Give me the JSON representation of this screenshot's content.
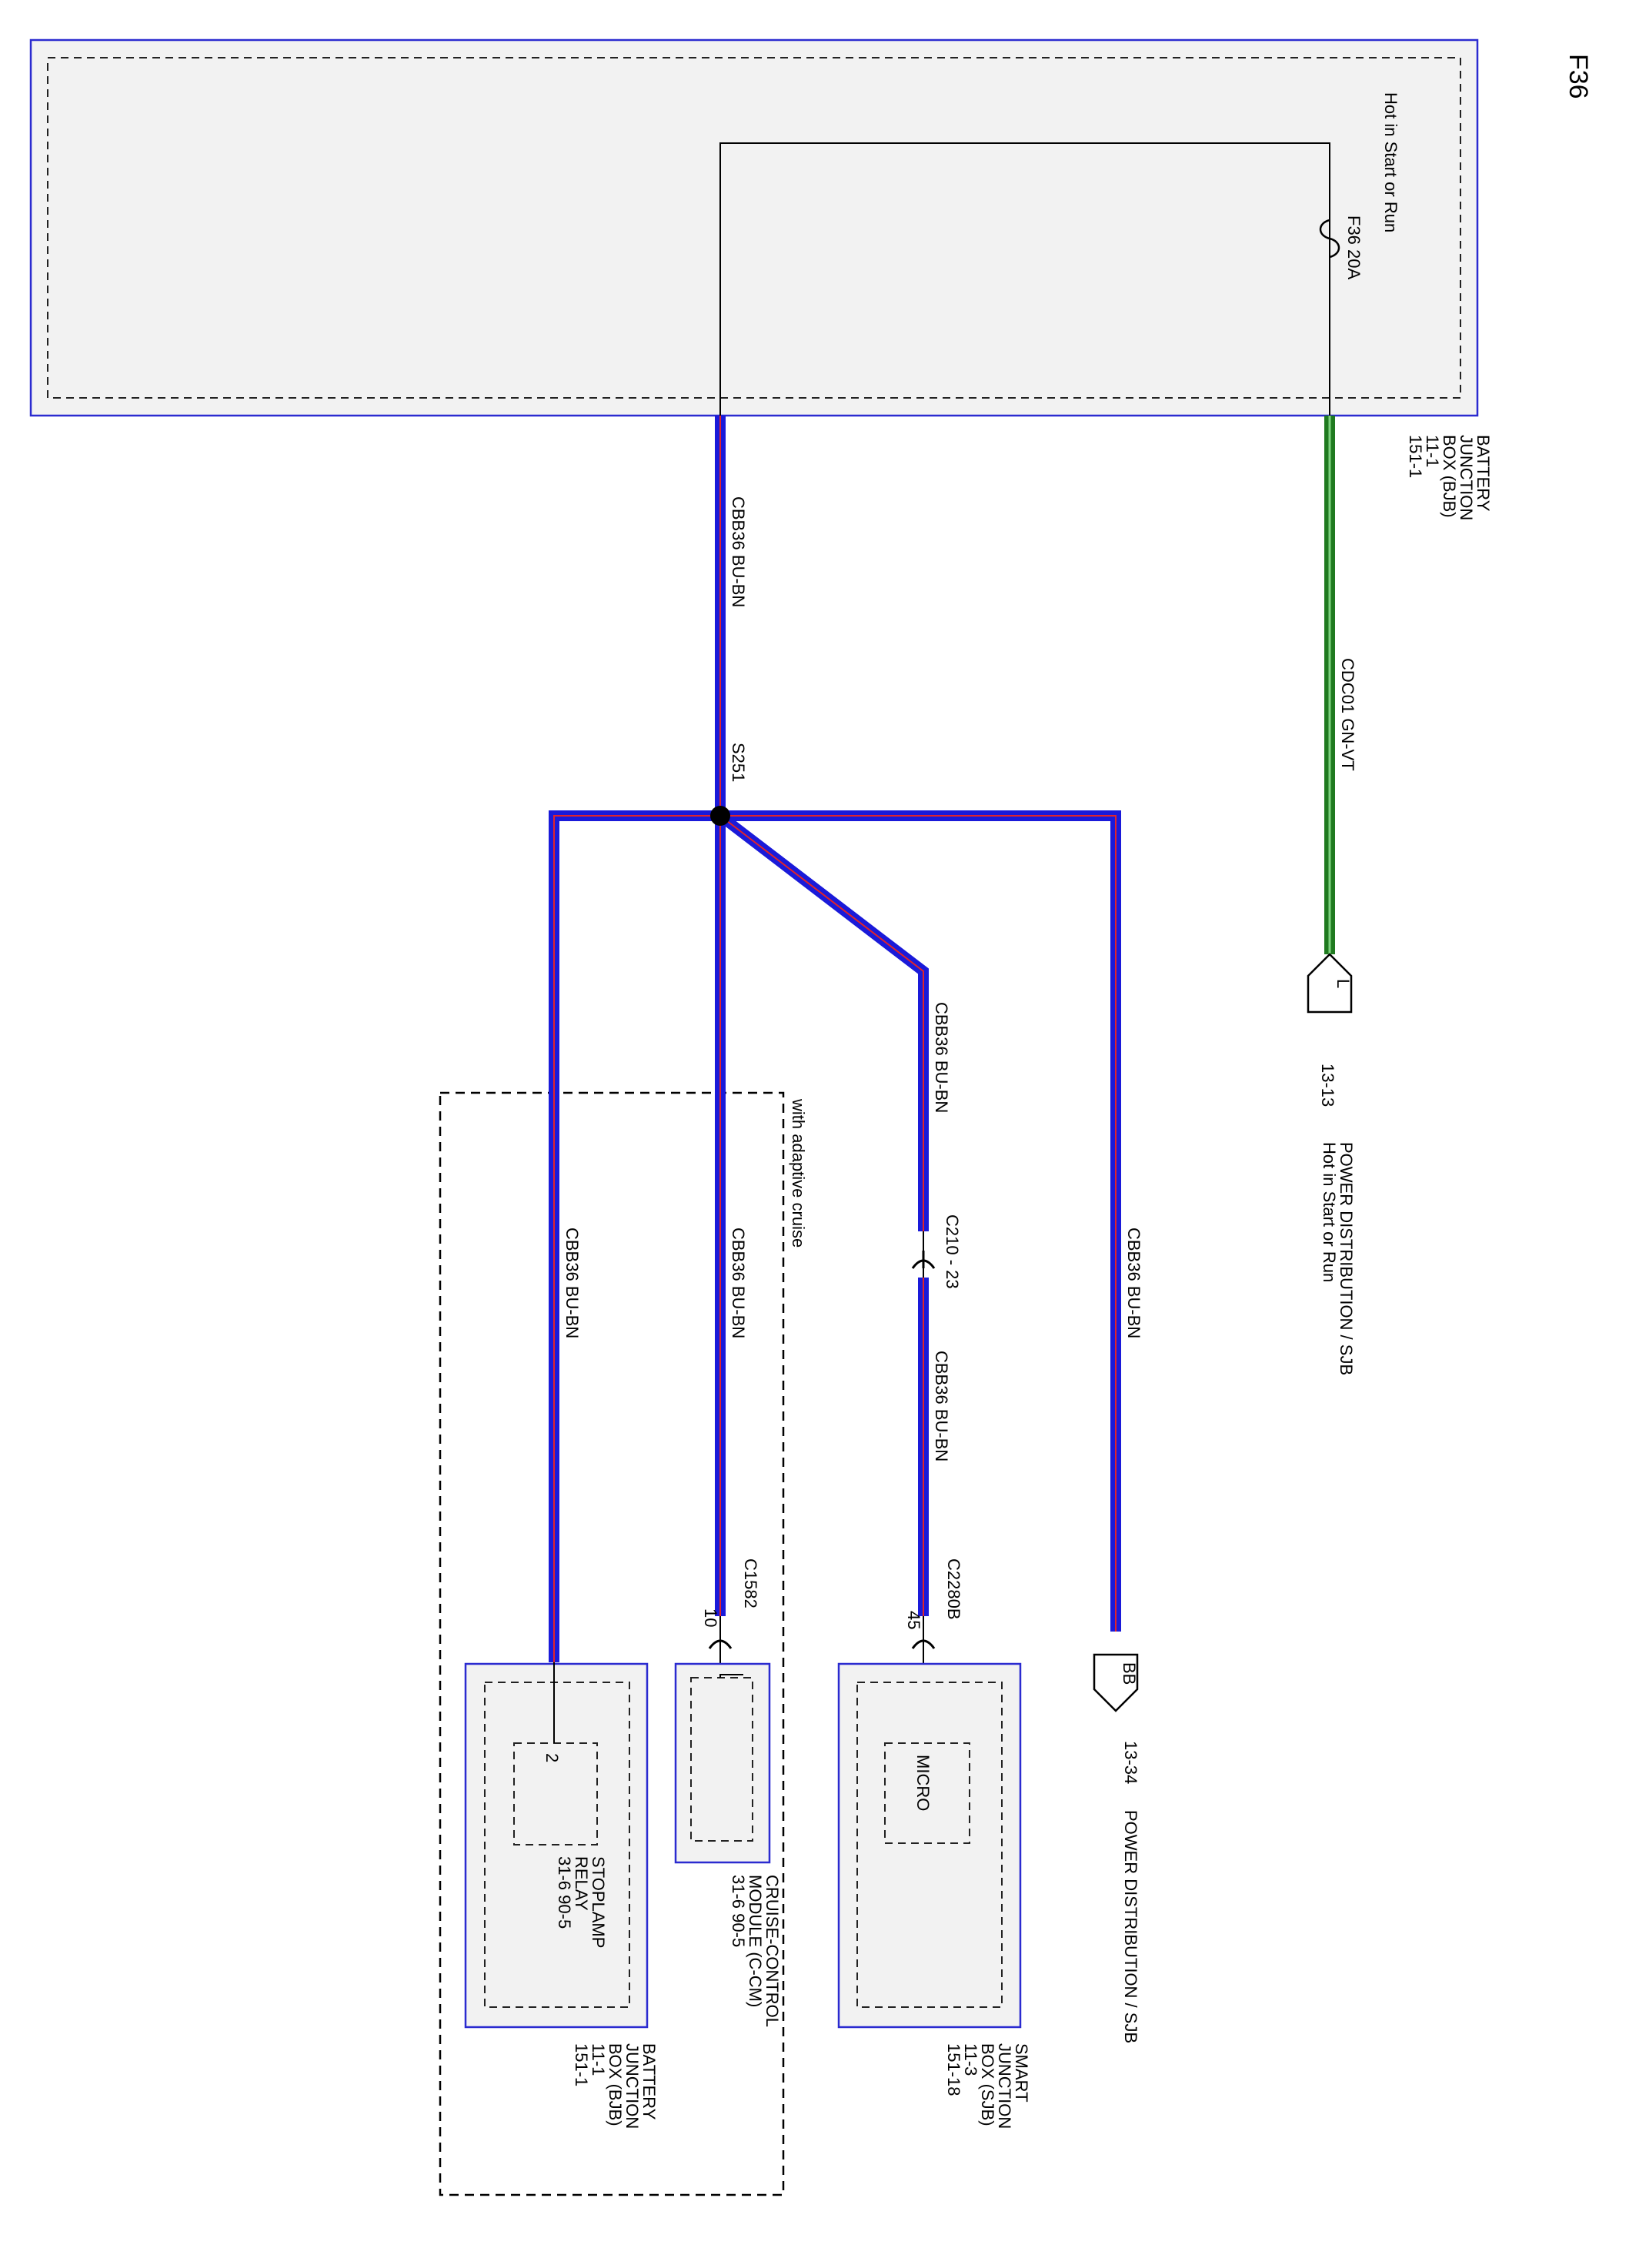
{
  "page_title": "F36",
  "colors": {
    "wire_blue": "#1a1ad9",
    "wire_stripe": "#e0242b",
    "wire_green": "#1f7a1f",
    "wire_green_stripe": "#7fd27f",
    "box_border": "#2b2bd0",
    "box_fill": "#f2f2f2"
  },
  "bjb_top": {
    "hot_label": "Hot in Start or Run",
    "fuse_label": "F36  20A",
    "name": [
      "BATTERY",
      "JUNCTION",
      "BOX (BJB)",
      "11-1",
      "151-1"
    ]
  },
  "wires": {
    "green": "CDC01  GN-VT",
    "main": "CBB36  BU-BN",
    "right": "CBB36  BU-BN",
    "diag": "CBB36  BU-BN",
    "diag_lower": "CBB36  BU-BN",
    "mid": "CBB36  BU-BN",
    "left": "CBB36  BU-BN"
  },
  "splice": {
    "label": "S251"
  },
  "connectors": {
    "c210": "C210 - 23",
    "c2280b": "C2280B",
    "c2280b_pin": "45",
    "c1582": "C1582",
    "c1582_pin": "10"
  },
  "refs": {
    "l_letter": "L",
    "l_ref": "13-13",
    "l_text1": "POWER DISTRIBUTION / SJB",
    "l_text2": "Hot in Start or Run",
    "bb_letter": "BB",
    "bb_ref": "13-34",
    "bb_text": "POWER DISTRIBUTION / SJB"
  },
  "components": {
    "sjb_inner": "MICRO",
    "sjb_name": [
      "SMART",
      "JUNCTION",
      "BOX (SJB)",
      "11-3",
      "151-18"
    ],
    "ccm_name": [
      "CRUISE-CONTROL",
      "MODULE (C-CM)",
      "31-6     90-5"
    ],
    "relay_pin": "2",
    "relay_name": [
      "STOPLAMP",
      "RELAY",
      "31-6      90-5"
    ],
    "bjb2_name": [
      "BATTERY",
      "JUNCTION",
      "BOX (BJB)",
      "11-1",
      "151-1"
    ]
  },
  "option_note": "with adaptive cruise"
}
